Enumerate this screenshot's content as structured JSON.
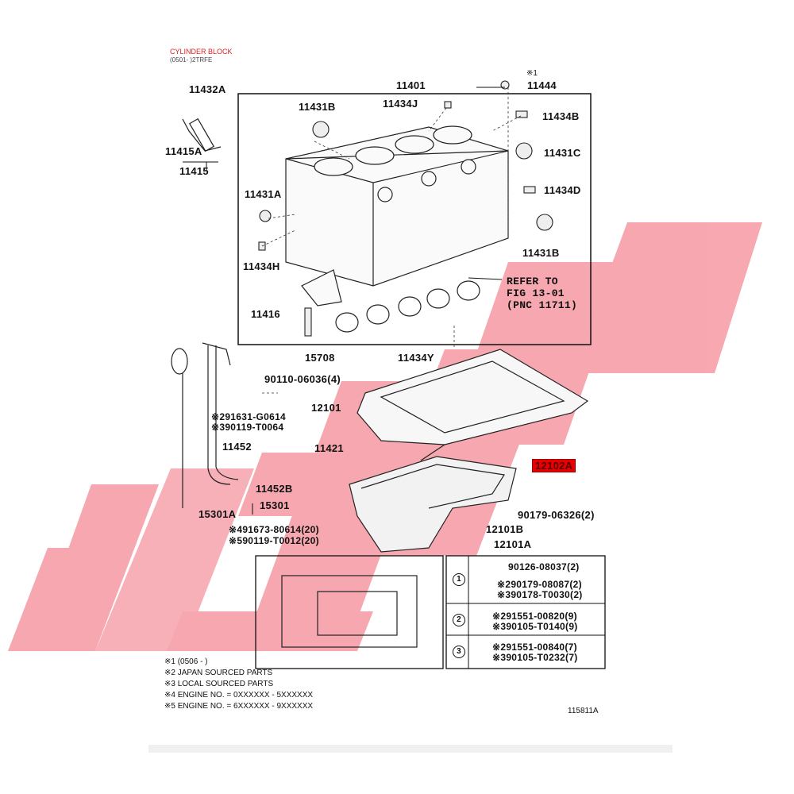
{
  "header": {
    "title": "CYLINDER BLOCK",
    "subtitle": "(0501- )2TRFE"
  },
  "labels": {
    "p11432A": "11432A",
    "p11401": "11401",
    "note1": "※1",
    "p11444": "11444",
    "p11431B_top": "11431B",
    "p11434J": "11434J",
    "p11434B": "11434B",
    "p11415A": "11415A",
    "p11415": "11415",
    "p11431C": "11431C",
    "p11434D": "11434D",
    "p11431A": "11431A",
    "p11431B_right": "11431B",
    "p11434H": "11434H",
    "refer1": "REFER TO",
    "refer2": "FIG 13-01",
    "refer3": "(PNC 11711)",
    "p11416": "11416",
    "p15708": "15708",
    "p11434Y": "11434Y",
    "p90110": "90110-06036(4)",
    "p12101": "12101",
    "p91631": "※291631-G0614",
    "p90119_64": "※390119-T0064",
    "p11452": "11452",
    "p11421": "11421",
    "p12102A": "12102A",
    "p11452B": "11452B",
    "p15301A": "15301A",
    "p15301": "15301",
    "p90179_6326": "90179-06326(2)",
    "p91673": "※491673-80614(20)",
    "p90119_12": "※590119-T0012(20)",
    "p12101B": "12101B",
    "p12101A": "12101A"
  },
  "legend": {
    "rows": [
      {
        "num": "1",
        "lines": [
          "90126-08037(2)"
        ]
      },
      {
        "num": "",
        "lines": [
          "※290179-08087(2)",
          "※390178-T0030(2)"
        ]
      },
      {
        "num": "2",
        "lines": [
          "※291551-00820(9)",
          "※390105-T0140(9)"
        ]
      },
      {
        "num": "3",
        "lines": [
          "※291551-00840(7)",
          "※390105-T0232(7)"
        ]
      }
    ]
  },
  "notes": [
    "※1 (0506 -       )",
    "※2 JAPAN SOURCED PARTS",
    "※3 LOCAL SOURCED PARTS",
    "※4 ENGINE NO. = 0XXXXXX - 5XXXXXX",
    "※5 ENGINE NO. = 6XXXXXX - 9XXXXXX"
  ],
  "figure_id": "115811A",
  "watermark": {
    "color": "#f06070"
  }
}
